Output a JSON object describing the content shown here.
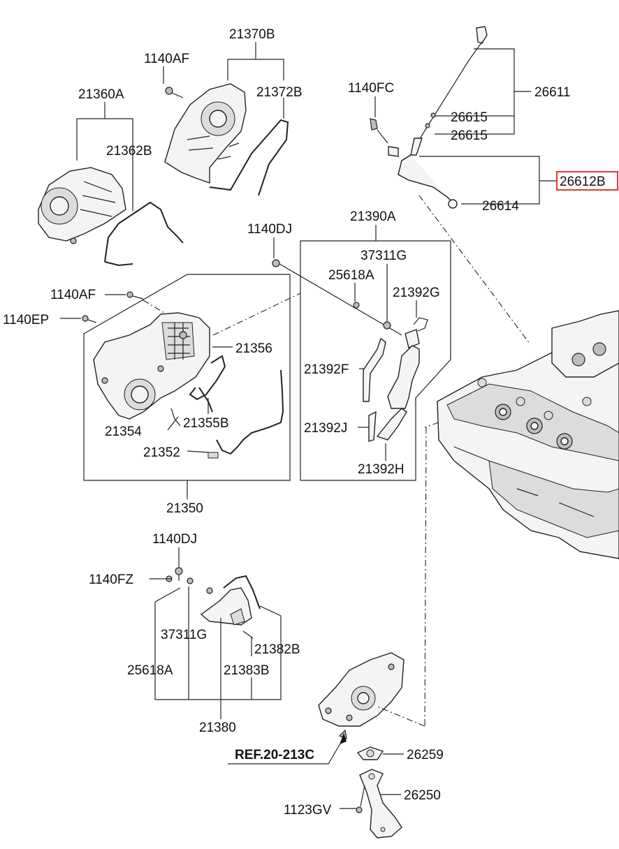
{
  "labels": {
    "p21370B": "21370B",
    "p1140AF_a": "1140AF",
    "p21372B": "21372B",
    "p21360A": "21360A",
    "p21362B": "21362B",
    "p1140FC": "1140FC",
    "p26611": "26611",
    "p26615_a": "26615",
    "p26615_b": "26615",
    "p26612B": "26612B",
    "p26614": "26614",
    "p1140DJ_a": "1140DJ",
    "p21390A": "21390A",
    "p37311G_a": "37311G",
    "p25618A_a": "25618A",
    "p21392G": "21392G",
    "p1140AF_b": "1140AF",
    "p1140EP": "1140EP",
    "p21356": "21356",
    "p21392F": "21392F",
    "p21354": "21354",
    "p21355B": "21355B",
    "p21392J": "21392J",
    "p21352": "21352",
    "p21392H": "21392H",
    "p21350": "21350",
    "p1140DJ_b": "1140DJ",
    "p1140FZ": "1140FZ",
    "p37311G_b": "37311G",
    "p21382B": "21382B",
    "p25618A_b": "25618A",
    "p21383B": "21383B",
    "p21380": "21380",
    "ref": "REF.20-213C",
    "p26259": "26259",
    "p26250": "26250",
    "p1123GV": "1123GV"
  },
  "highlight": {
    "part": "26612B",
    "color": "#e02020"
  }
}
